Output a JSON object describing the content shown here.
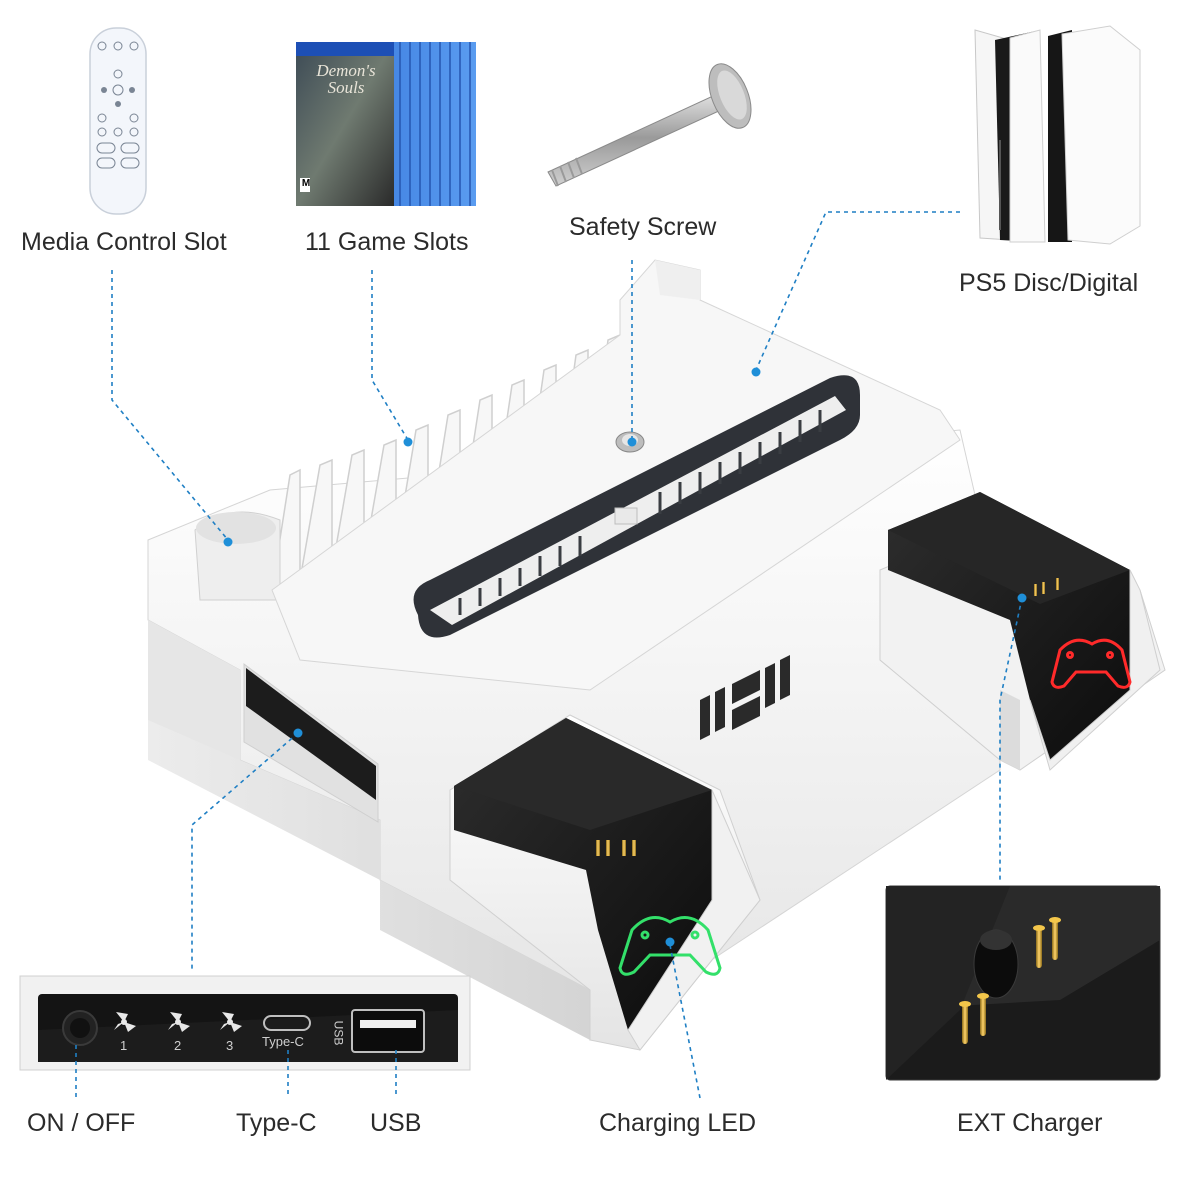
{
  "labels": {
    "media_control_slot": "Media Control Slot",
    "game_slots": "11 Game Slots",
    "safety_screw": "Safety Screw",
    "ps5_disc_digital": "PS5 Disc/Digital",
    "on_off": "ON / OFF",
    "type_c": "Type-C",
    "usb": "USB",
    "charging_led": "Charging LED",
    "ext_charger": "EXT Charger"
  },
  "game_box": {
    "title_line1": "Demon's",
    "title_line2": "Souls",
    "rating": "M"
  },
  "port_panel": {
    "fan1": "1",
    "fan2": "2",
    "fan3": "3",
    "typec": "Type-C",
    "usb": "USB"
  },
  "colors": {
    "guide_line": "#1f7fc4",
    "dot": "#1f8fd8",
    "green_led": "#33e06a",
    "red_led": "#ff2a2a",
    "dock_white": "#f4f4f4",
    "dock_black": "#161616"
  }
}
